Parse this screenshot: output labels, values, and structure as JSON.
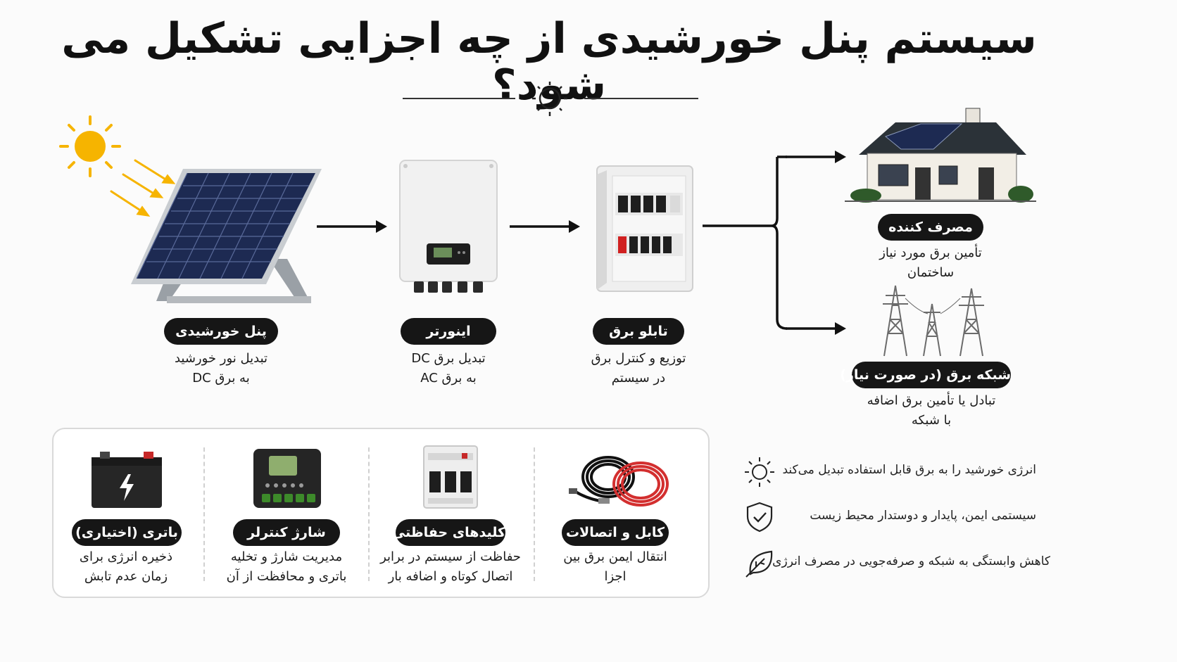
{
  "title": "سیستم پنل خورشیدی از چه اجزایی تشکیل می شود؟",
  "components": [
    {
      "id": "panel",
      "label": "پنل خورشیدی",
      "desc": "تبدیل نور خورشید\nبه برق DC"
    },
    {
      "id": "inverter",
      "label": "اینورتر",
      "desc": "تبدیل برق DC\nبه برق AC"
    },
    {
      "id": "switchboard",
      "label": "تابلو برق",
      "desc": "توزیع و کنترل برق\nدر سیستم"
    }
  ],
  "outputs": [
    {
      "id": "consumer",
      "label": "مصرف کننده",
      "desc": "تأمین برق مورد نیاز\nساختمان"
    },
    {
      "id": "grid",
      "label": "شبکه برق (در صورت نیاز)",
      "desc": "تبادل یا تأمین برق اضافه\nبا شبکه"
    }
  ],
  "accessories": [
    {
      "id": "battery",
      "label": "باتری (اختیاری)",
      "desc": "ذخیره انرژی برای\nزمان عدم تابش"
    },
    {
      "id": "charge-controller",
      "label": "شارژ کنترلر",
      "desc": "مدیریت شارژ و تخلیه\nباتری و محافظت از آن"
    },
    {
      "id": "protective-switches",
      "label": "کلیدهای حفاظتی",
      "desc": "حفاظت از سیستم در برابر\nاتصال کوتاه و اضافه بار"
    },
    {
      "id": "cables",
      "label": "کابل و اتصالات",
      "desc": "انتقال ایمن برق بین\nاجزا"
    }
  ],
  "features": [
    {
      "icon": "sun-icon",
      "text": "انرژی خورشید را به برق قابل استفاده تبدیل می‌کند"
    },
    {
      "icon": "shield-check-icon",
      "text": "سیستمی ایمن، پایدار و دوستدار محیط زیست"
    },
    {
      "icon": "leaf-icon",
      "text": "کاهش وابستگی به شبکه و صرفه‌جویی در مصرف انرژی"
    }
  ],
  "colors": {
    "accent_sun": "#f6b400",
    "pill_bg": "#161616",
    "panel_cell": "#1d2a52"
  }
}
